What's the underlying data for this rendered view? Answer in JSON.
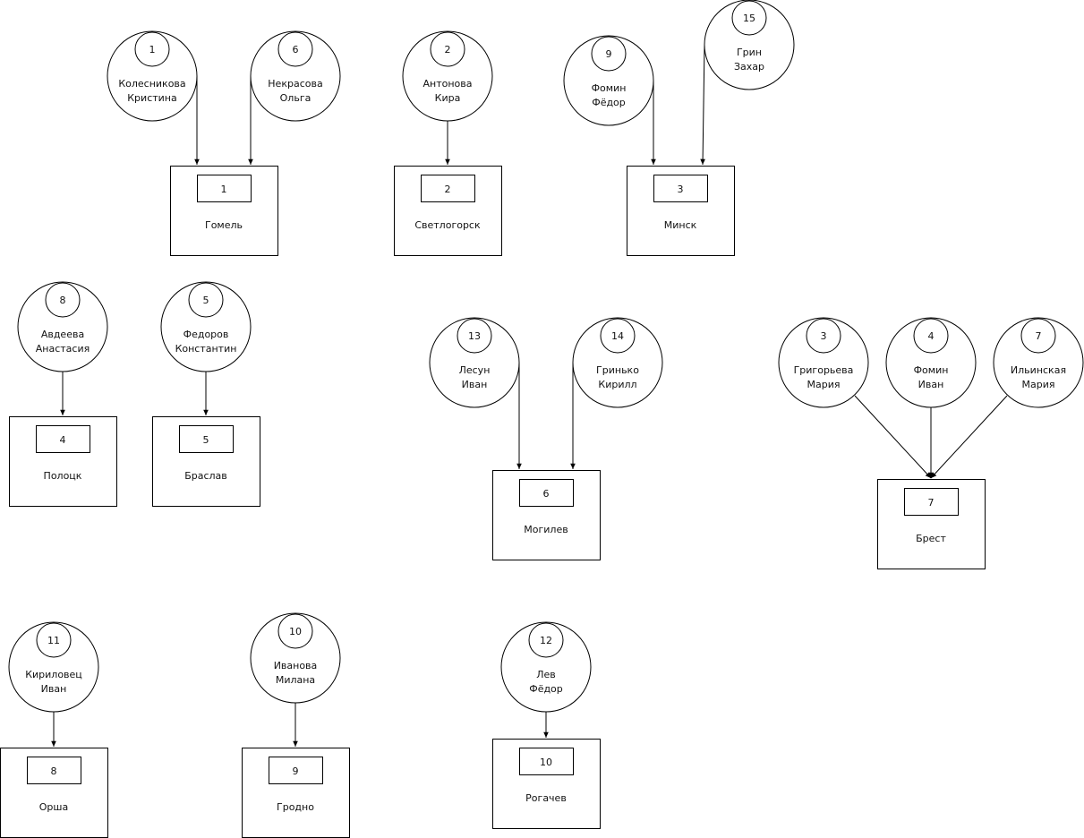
{
  "persons": [
    {
      "id": "p1",
      "num": "1",
      "line1": "Колесникова",
      "line2": "Кристина"
    },
    {
      "id": "p6",
      "num": "6",
      "line1": "Некрасова",
      "line2": "Ольга"
    },
    {
      "id": "p2",
      "num": "2",
      "line1": "Антонова",
      "line2": "Кира"
    },
    {
      "id": "p9",
      "num": "9",
      "line1": "Фомин",
      "line2": "Фёдор"
    },
    {
      "id": "p15",
      "num": "15",
      "line1": "Грин",
      "line2": "Захар"
    },
    {
      "id": "p8",
      "num": "8",
      "line1": "Авдеева",
      "line2": "Анастасия"
    },
    {
      "id": "p5",
      "num": "5",
      "line1": "Федоров",
      "line2": "Константин"
    },
    {
      "id": "p13",
      "num": "13",
      "line1": "Лесун",
      "line2": "Иван"
    },
    {
      "id": "p14",
      "num": "14",
      "line1": "Гринько",
      "line2": "Кирилл"
    },
    {
      "id": "p3",
      "num": "3",
      "line1": "Григорьева",
      "line2": "Мария"
    },
    {
      "id": "p4",
      "num": "4",
      "line1": "Фомин",
      "line2": "Иван"
    },
    {
      "id": "p7",
      "num": "7",
      "line1": "Ильинская",
      "line2": "Мария"
    },
    {
      "id": "p11",
      "num": "11",
      "line1": "Кириловец",
      "line2": "Иван"
    },
    {
      "id": "p10",
      "num": "10",
      "line1": "Иванова",
      "line2": "Милана"
    },
    {
      "id": "p12",
      "num": "12",
      "line1": "Лев",
      "line2": "Фёдор"
    }
  ],
  "cities": [
    {
      "id": "c1",
      "num": "1",
      "name": "Гомель"
    },
    {
      "id": "c2",
      "num": "2",
      "name": "Светлогорск"
    },
    {
      "id": "c3",
      "num": "3",
      "name": "Минск"
    },
    {
      "id": "c4",
      "num": "4",
      "name": "Полоцк"
    },
    {
      "id": "c5",
      "num": "5",
      "name": "Браслав"
    },
    {
      "id": "c6",
      "num": "6",
      "name": "Могилев"
    },
    {
      "id": "c7",
      "num": "7",
      "name": "Брест"
    },
    {
      "id": "c8",
      "num": "8",
      "name": "Орша"
    },
    {
      "id": "c9",
      "num": "9",
      "name": "Гродно"
    },
    {
      "id": "c10",
      "num": "10",
      "name": "Рогачев"
    }
  ],
  "links": [
    {
      "from": "p1",
      "to": "c1"
    },
    {
      "from": "p6",
      "to": "c1"
    },
    {
      "from": "p2",
      "to": "c2"
    },
    {
      "from": "p9",
      "to": "c3"
    },
    {
      "from": "p15",
      "to": "c3"
    },
    {
      "from": "p8",
      "to": "c4"
    },
    {
      "from": "p5",
      "to": "c5"
    },
    {
      "from": "p13",
      "to": "c6"
    },
    {
      "from": "p14",
      "to": "c6"
    },
    {
      "from": "p3",
      "to": "c7"
    },
    {
      "from": "p4",
      "to": "c7"
    },
    {
      "from": "p7",
      "to": "c7"
    },
    {
      "from": "p11",
      "to": "c8"
    },
    {
      "from": "p10",
      "to": "c9"
    },
    {
      "from": "p12",
      "to": "c10"
    }
  ]
}
